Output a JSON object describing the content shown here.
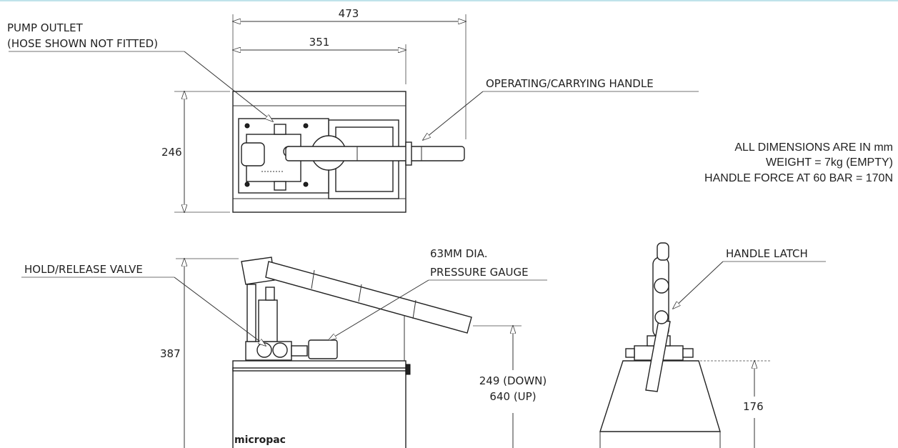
{
  "colors": {
    "top_rule": "#bfe3ea",
    "ink": "#222222"
  },
  "labels": {
    "pump_outlet": "PUMP OUTLET",
    "hose_note": "(HOSE SHOWN NOT FITTED)",
    "handle": "OPERATING/CARRYING HANDLE",
    "hold_release": "HOLD/RELEASE VALVE",
    "gauge_line1": "63MM DIA.",
    "gauge_line2": "PRESSURE GAUGE",
    "handle_latch": "HANDLE LATCH",
    "brand": "micropac"
  },
  "dimensions": {
    "overall_width": "473",
    "body_width": "351",
    "depth": "246",
    "height": "387",
    "handle_down": "249 (DOWN)",
    "handle_up": "640 (UP)",
    "side_height": "176"
  },
  "notes": {
    "units": "ALL DIMENSIONS ARE IN mm",
    "weight": "WEIGHT = 7kg (EMPTY)",
    "force": "HANDLE FORCE AT 60 BAR = 170N"
  }
}
